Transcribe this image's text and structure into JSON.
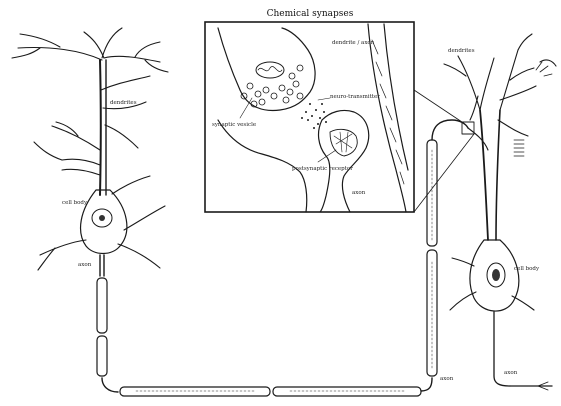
{
  "inset": {
    "title": "Chemical synapses"
  },
  "labels": {
    "dendrite_top_left": "dendrites",
    "cell_body_left": "cell body",
    "axon_left": "axon",
    "dendrites_right": "dendrites",
    "cell_body_right": "cell body",
    "axon_right": "axon",
    "axon_bottom": "axon",
    "dendrite_inset": "dendrite / axon",
    "neurotransmitter": "neuro-transmitter",
    "synaptic_vesicle": "synaptic vesicle",
    "postsynaptic_receptor": "postsynaptic receptor",
    "axon_inset": "axon"
  }
}
